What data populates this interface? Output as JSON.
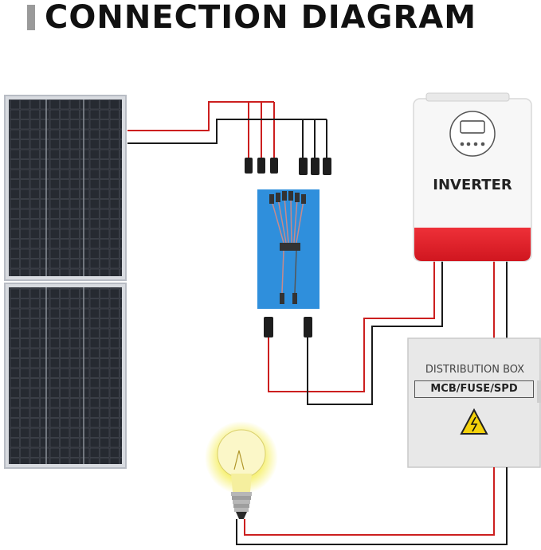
{
  "header": {
    "title": "CONNECTION DIAGRAM"
  },
  "inverter": {
    "label": "INVERTER"
  },
  "distribution_box": {
    "title": "DISTRIBUTION BOX",
    "subtitle": "MCB/FUSE/SPD"
  },
  "colors": {
    "positive_wire": "#cc1f1f",
    "negative_wire": "#1a1a1a",
    "inverter_body": "#f7f7f7",
    "inverter_base": "#e0202a",
    "connector_panel": "#2f8fdc",
    "distribution_box": "#e8e8e8",
    "warning_sign": "#f4d20b",
    "bulb_glow": "#f5ee5a"
  },
  "icons": [
    "solar-panel-icon",
    "branch-connector-icon",
    "inverter-icon",
    "distribution-box-icon",
    "warning-icon",
    "light-bulb-icon"
  ]
}
